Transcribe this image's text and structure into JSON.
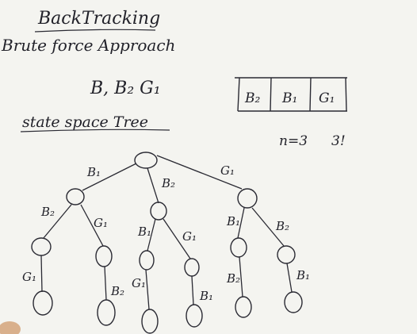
{
  "title": "BackTracking",
  "subtitle": "Brute force Approach",
  "items_line": "B, B₂ G₁",
  "permutation_boxes": [
    "B₂",
    "B₁",
    "G₁"
  ],
  "formula": {
    "n_label": "n=3",
    "factorial": "3!"
  },
  "tree_title": "state space Tree",
  "edge_labels": {
    "root_left": "B₁",
    "root_mid": "B₂",
    "root_right": "G₁",
    "l_left": "B₂",
    "l_right": "G₁",
    "m_left": "B₁",
    "m_right": "G₁",
    "r_left": "B₁",
    "r_right": "B₂",
    "ll_child": "G₁",
    "lr_child": "B₂",
    "ml_child": "G₁",
    "mr_child": "B₁",
    "rl_child": "B₂",
    "rr_child": "B₁"
  }
}
